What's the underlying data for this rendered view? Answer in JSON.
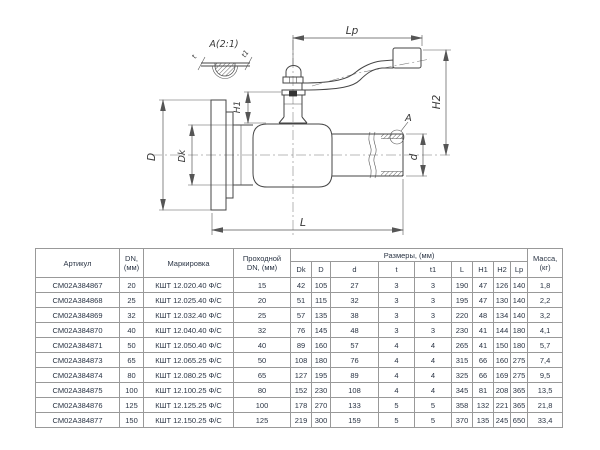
{
  "drawing": {
    "detail_view_label": "A(2:1)",
    "section_label": "A",
    "dim_labels": {
      "lp": "Lp",
      "h2": "H2",
      "h1": "H1",
      "D": "D",
      "Dk": "Dk",
      "d": "d",
      "L": "L",
      "t": "t",
      "t1": "t1"
    }
  },
  "table": {
    "headers": {
      "article": "Артикул",
      "dn": "DN,\n(мм)",
      "marking": "Маркировка",
      "bore": "Проходной\nDN, (мм)",
      "dims": "Размеры, (мм)",
      "dim_cols": [
        "Dk",
        "D",
        "d",
        "t",
        "t1",
        "L",
        "H1",
        "H2",
        "Lp"
      ],
      "mass": "Масса,\n(кг)"
    },
    "rows": [
      [
        "CM02A384867",
        "20",
        "КШТ 12.020.40 Ф/С",
        "15",
        "42",
        "105",
        "27",
        "3",
        "3",
        "190",
        "47",
        "126",
        "140",
        "1,8"
      ],
      [
        "CM02A384868",
        "25",
        "КШТ 12.025.40 Ф/С",
        "20",
        "51",
        "115",
        "32",
        "3",
        "3",
        "195",
        "47",
        "130",
        "140",
        "2,2"
      ],
      [
        "CM02A384869",
        "32",
        "КШТ 12.032.40 Ф/С",
        "25",
        "57",
        "135",
        "38",
        "3",
        "3",
        "220",
        "48",
        "134",
        "140",
        "3,2"
      ],
      [
        "CM02A384870",
        "40",
        "КШТ 12.040.40 Ф/С",
        "32",
        "76",
        "145",
        "48",
        "3",
        "3",
        "230",
        "41",
        "144",
        "180",
        "4,1"
      ],
      [
        "CM02A384871",
        "50",
        "КШТ 12.050.40 Ф/С",
        "40",
        "89",
        "160",
        "57",
        "4",
        "4",
        "265",
        "41",
        "150",
        "180",
        "5,7"
      ],
      [
        "CM02A384873",
        "65",
        "КШТ 12.065.25 Ф/С",
        "50",
        "108",
        "180",
        "76",
        "4",
        "4",
        "315",
        "66",
        "160",
        "275",
        "7,4"
      ],
      [
        "CM02A384874",
        "80",
        "КШТ 12.080.25 Ф/С",
        "65",
        "127",
        "195",
        "89",
        "4",
        "4",
        "325",
        "66",
        "169",
        "275",
        "9,5"
      ],
      [
        "CM02A384875",
        "100",
        "КШТ 12.100.25 Ф/С",
        "80",
        "152",
        "230",
        "108",
        "4",
        "4",
        "345",
        "81",
        "208",
        "365",
        "13,5"
      ],
      [
        "CM02A384876",
        "125",
        "КШТ 12.125.25 Ф/С",
        "100",
        "178",
        "270",
        "133",
        "5",
        "5",
        "358",
        "132",
        "221",
        "365",
        "21,8"
      ],
      [
        "CM02A384877",
        "150",
        "КШТ 12.150.25 Ф/С",
        "125",
        "219",
        "300",
        "159",
        "5",
        "5",
        "370",
        "135",
        "245",
        "650",
        "33,4"
      ]
    ]
  }
}
